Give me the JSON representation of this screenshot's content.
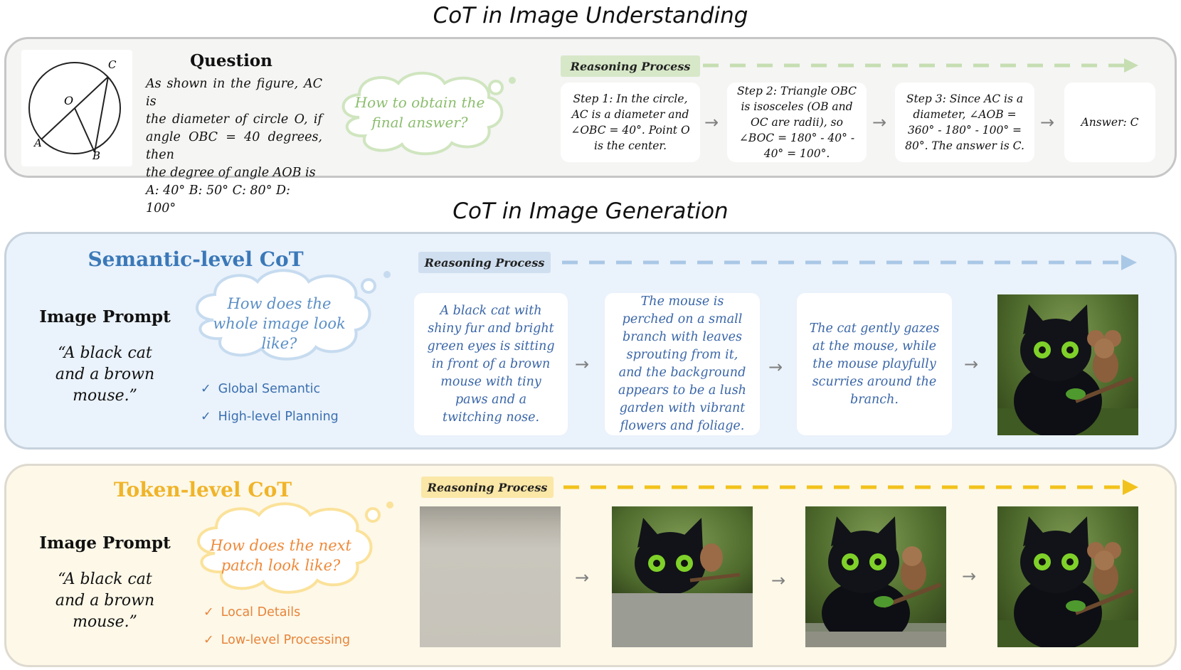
{
  "understanding": {
    "title": "CoT in Image Understanding",
    "question_heading": "Question",
    "question_lines": [
      "As shown in the figure, AC is",
      "the diameter of circle O, if",
      "angle OBC = 40 degrees, then",
      "the degree of angle AOB is",
      "A: 40° B: 50° C: 80° D: 100°"
    ],
    "figure_labels": {
      "c": "C",
      "o": "O",
      "a": "A",
      "b": "B"
    },
    "thought": "How to obtain the final answer?",
    "reasoning_label": "Reasoning Process",
    "steps": [
      "Step 1: In the circle, AC is a diameter and ∠OBC = 40°. Point O is the center.",
      "Step 2: Triangle OBC is isosceles (OB and OC are radii), so ∠BOC = 180° - 40° - 40° = 100°.",
      "Step 3: Since AC is a diameter, ∠AOB = 360° - 180° - 100° = 80°. The answer is C.",
      "Answer: C"
    ],
    "accent": "#d7e8c8"
  },
  "generation": {
    "title": "CoT in Image Generation"
  },
  "semantic": {
    "title": "Semantic-level CoT",
    "prompt_heading": "Image Prompt",
    "prompt_text": "“A black cat and a brown mouse.”",
    "thought": "How does the whole image look like?",
    "checks": [
      "Global Semantic",
      "High-level Planning"
    ],
    "reasoning_label": "Reasoning Process",
    "steps": [
      "A black cat with shiny fur and bright green eyes is sitting in front of a brown mouse with tiny paws and a twitching nose.",
      "The mouse is perched on a small branch with leaves sprouting from it, and the background appears to be a lush garden with vibrant flowers and foliage.",
      "The cat gently gazes at the mouse, while the mouse playfully scurries around the branch."
    ],
    "accent": "#3a78b8",
    "tag_color": "#cfdff0"
  },
  "token": {
    "title": "Token-level CoT",
    "prompt_heading": "Image Prompt",
    "prompt_text": "“A black cat and a brown mouse.”",
    "thought": "How does the next patch look like?",
    "checks": [
      "Local Details",
      "Low-level Processing"
    ],
    "reasoning_label": "Reasoning Process",
    "accent": "#f0b429",
    "tag_color": "#fbe7a6"
  },
  "arrow_glyph": "→",
  "check_glyph": "✓"
}
